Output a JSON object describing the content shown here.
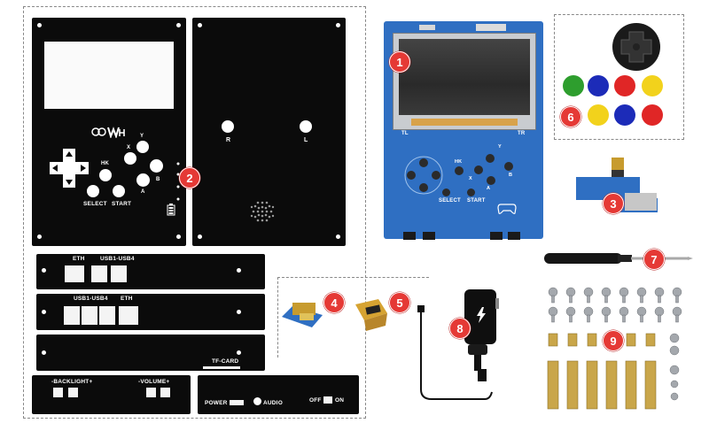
{
  "kit": {
    "front_plate": {
      "hk": "HK",
      "x": "X",
      "y": "Y",
      "a": "A",
      "b": "B",
      "select": "SELECT",
      "start": "START"
    },
    "back_plate": {
      "r": "R",
      "l": "L"
    },
    "port_plate_1": {
      "eth": "ETH",
      "usb": "USB1-USB4"
    },
    "port_plate_2": {
      "usb": "USB1-USB4",
      "eth": "ETH"
    },
    "port_plate_3": {
      "tfcard": "TF-CARD"
    },
    "side_plate_left": {
      "backlight": "-BACKLIGHT+",
      "volume": "-VOLUME+"
    },
    "side_plate_right": {
      "power": "POWER",
      "audio": "AUDIO",
      "off": "OFF",
      "on": "ON"
    },
    "pcb": {
      "select": "SELECT",
      "start": "START",
      "hk": "HK",
      "x": "X",
      "y": "Y",
      "a": "A",
      "b": "B",
      "tl": "TL",
      "tr": "TR"
    },
    "badges": [
      "1",
      "2",
      "3",
      "4",
      "5",
      "6",
      "7",
      "8",
      "9"
    ],
    "button_colors": [
      "#2e9e2e",
      "#1c2bb8",
      "#e02626",
      "#f2d21c",
      "#f2d21c",
      "#1c2bb8",
      "#e02626"
    ],
    "icons": [
      "dpad-icon",
      "raspberry-logo-icon",
      "lightning-icon",
      "gamepad-icon"
    ]
  }
}
